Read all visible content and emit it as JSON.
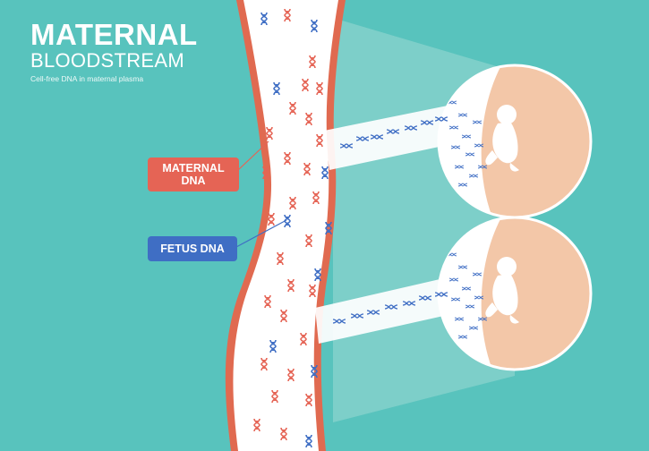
{
  "title": {
    "line1": "MATERNAL",
    "line2": "BLOODSTREAM",
    "subtitle": "Cell-free DNA in maternal plasma"
  },
  "labels": {
    "maternal_dna": "MATERNAL DNA",
    "fetus_dna": "FETUS DNA"
  },
  "colors": {
    "background": "#58c3bd",
    "vessel_wall": "#e06a50",
    "vessel_interior": "#ffffff",
    "maternal_dna": "#e56455",
    "fetus_dna": "#3f6ec4",
    "uterus": "#f3c7a8",
    "cone_highlight": "#9dd9d4"
  },
  "icons": [
    "dna-helix-icon",
    "fetus-icon"
  ]
}
